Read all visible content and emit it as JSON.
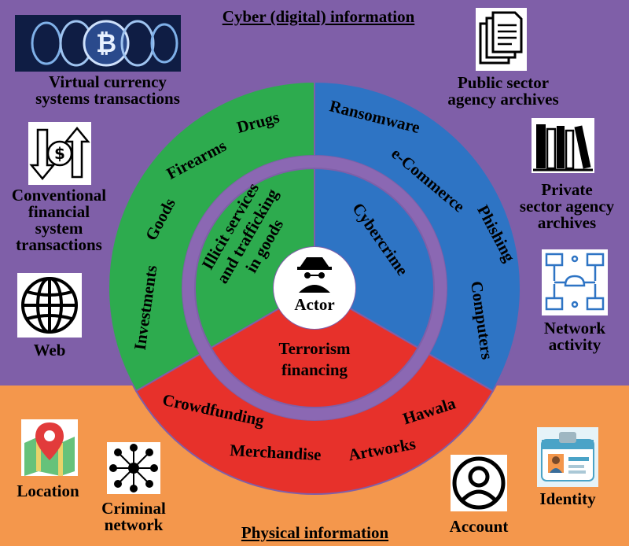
{
  "colors": {
    "cyber_bg": "#7f5fa8",
    "physical_bg": "#f4974c",
    "green": "#2dab4e",
    "blue": "#2e74c4",
    "red": "#e7312b",
    "ring_gap": "#8b68b3",
    "center": "#ffffff"
  },
  "headers": {
    "cyber": "Cyber (digital) information",
    "physical": "Physical information"
  },
  "center": {
    "label": "Actor",
    "icon": "spy-icon"
  },
  "inner_segments": {
    "green": [
      "Illicit services",
      "and trafficking",
      "in goods"
    ],
    "blue": "Cybercrime",
    "red": [
      "Terrorism",
      "financing"
    ]
  },
  "outer_segments": {
    "green": [
      "Drugs",
      "Firearms",
      "Goods",
      "Investments"
    ],
    "blue": [
      "Ransomware",
      "e-Commerce",
      "Phishing",
      "Computers"
    ],
    "red": [
      "Crowdfunding",
      "Merchandise",
      "Artworks",
      "Hawala"
    ]
  },
  "side_items": {
    "virtual_currency": {
      "label": [
        "Virtual currency",
        "systems transactions"
      ],
      "icon": "cryptocurrency-coins-icon"
    },
    "conventional": {
      "label": [
        "Conventional",
        "financial",
        "system",
        "transactions"
      ],
      "icon": "money-exchange-icon"
    },
    "web": {
      "label": "Web",
      "icon": "globe-icon"
    },
    "public_archives": {
      "label": [
        "Public sector",
        "agency archives"
      ],
      "icon": "documents-icon"
    },
    "private_archives": {
      "label": [
        "Private",
        "sector agency",
        "archives"
      ],
      "icon": "books-icon"
    },
    "network": {
      "label": [
        "Network",
        "activity"
      ],
      "icon": "network-icon"
    },
    "location": {
      "label": "Location",
      "icon": "map-pin-icon"
    },
    "criminal_network": {
      "label": [
        "Criminal",
        "network"
      ],
      "icon": "people-network-icon"
    },
    "account": {
      "label": "Account",
      "icon": "user-account-icon"
    },
    "identity": {
      "label": "Identity",
      "icon": "id-card-icon"
    }
  }
}
